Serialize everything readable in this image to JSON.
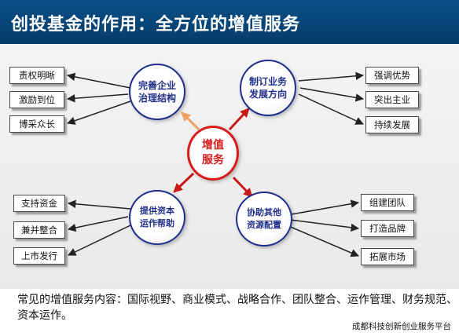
{
  "title": "创投基金的作用：全方位的增值服务",
  "center": {
    "line1": "增值",
    "line2": "服务",
    "color": "#d81c1c"
  },
  "nodes": {
    "top_left": {
      "line1": "完善企业",
      "line2": "治理结构",
      "children": [
        "责权明晰",
        "激励到位",
        "博采众长"
      ]
    },
    "top_right": {
      "line1": "制订业务",
      "line2": "发展方向",
      "children": [
        "强调优势",
        "突出主业",
        "持续发展"
      ]
    },
    "bottom_left": {
      "line1": "提供资本",
      "line2": "运作帮助",
      "children": [
        "支持资金",
        "兼并整合",
        "上市发行"
      ]
    },
    "bottom_right": {
      "line1": "协助其他",
      "line2": "资源配置",
      "children": [
        "组建团队",
        "打造品牌",
        "拓展市场"
      ]
    }
  },
  "arrow_colors": {
    "top_left": "#f0a060",
    "others": "#c81818"
  },
  "summary": "常见的增值服务内容：国际视野、商业模式、战略合作、团队整合、运作管理、财务规范、资本运作。",
  "footer": "成都科技创新创业服务平台",
  "colors": {
    "title_bg": "#0b4f86",
    "node_border": "#1f2f8a",
    "node_text": "#1f2f8a"
  }
}
